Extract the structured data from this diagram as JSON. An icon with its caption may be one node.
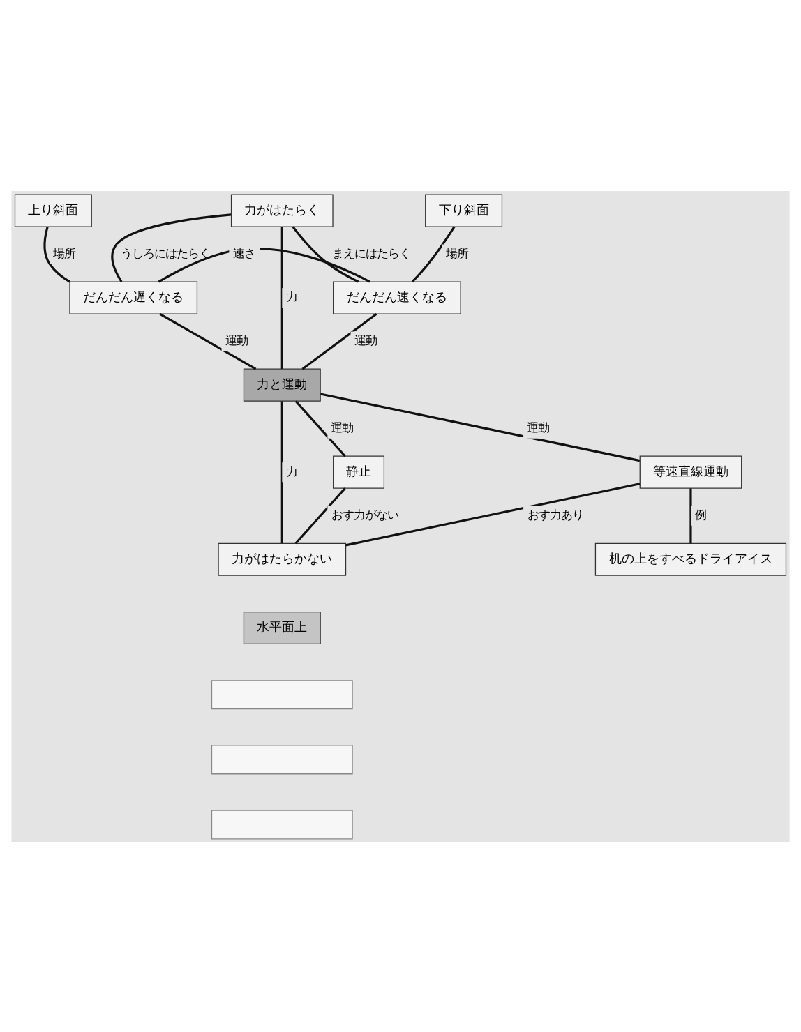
{
  "diagram": {
    "nodes": [
      {
        "text": [
          "上り斜面"
        ]
      },
      {
        "text": [
          "力がはたらく"
        ]
      },
      {
        "text": [
          "下り斜面"
        ]
      },
      {
        "text": [
          "だんだん遅くなる"
        ]
      },
      {
        "text": [
          "だんだん速くなる"
        ]
      },
      {
        "text": [
          "力と運動"
        ]
      },
      {
        "text": [
          "静止"
        ]
      },
      {
        "text": [
          "等速直線運動"
        ]
      },
      {
        "text": [
          "力がはたらかない"
        ]
      },
      {
        "text": [
          "机の上をすべるドライアイス"
        ]
      },
      {
        "text": [
          "水平面上"
        ]
      },
      {
        "text": [],
        "shape": "box"
      },
      {
        "text": [],
        "shape": "box"
      },
      {
        "text": [],
        "shape": "box"
      }
    ],
    "edges": [
      {
        "from": 0,
        "to": 3,
        "arrow": "none",
        "label": "場所"
      },
      {
        "from": 1,
        "to": 3,
        "arrow": "none",
        "label": "うしろにはたらく"
      },
      {
        "from": 1,
        "to": 4,
        "arrow": "none",
        "label": "まえにはたらく"
      },
      {
        "from": 2,
        "to": 4,
        "arrow": "none",
        "label": "場所"
      },
      {
        "from": 1,
        "to": 5,
        "arrow": "none",
        "label": "力"
      },
      {
        "from": 3,
        "to": 4,
        "arrow": "none",
        "label": "速さ"
      },
      {
        "from": 3,
        "to": 5,
        "arrow": "none",
        "label": "運動"
      },
      {
        "from": 4,
        "to": 5,
        "arrow": "none",
        "label": "運動"
      },
      {
        "from": 5,
        "to": 6,
        "arrow": "none",
        "label": "運動"
      },
      {
        "from": 5,
        "to": 7,
        "arrow": "none",
        "label": "運動"
      },
      {
        "from": 5,
        "to": 8,
        "arrow": "none",
        "label": "力"
      },
      {
        "from": 6,
        "to": 8,
        "arrow": "none",
        "label": "おす力がない"
      },
      {
        "from": 8,
        "to": 7,
        "arrow": "none",
        "label": "おす力あり"
      },
      {
        "from": 7,
        "to": 9,
        "arrow": "none",
        "label": "例"
      }
    ]
  }
}
